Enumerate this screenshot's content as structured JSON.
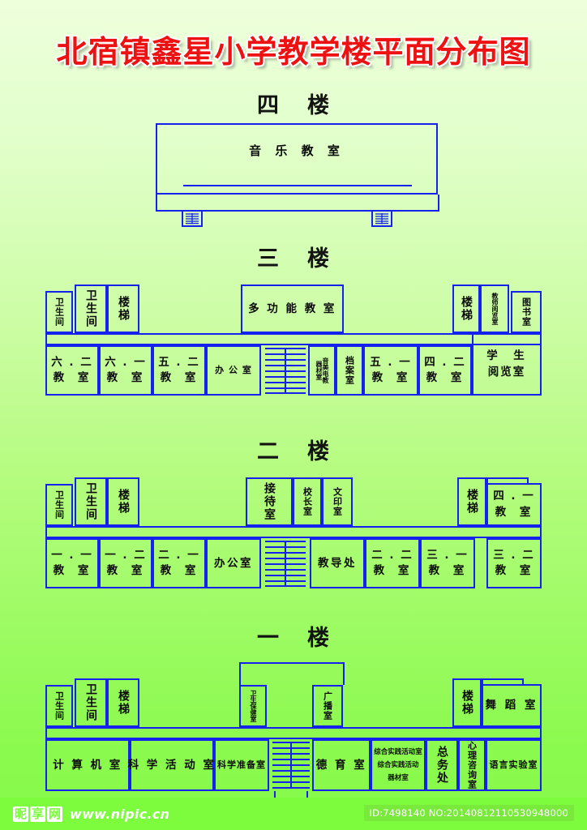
{
  "page": {
    "title": "北宿镇鑫星小学教学楼平面分布图",
    "background_top": "#eeffdc",
    "background_bottom": "#86fa49",
    "line_color": "#1522ee",
    "title_color": "#ee1111"
  },
  "floors": [
    {
      "id": "floor-4",
      "caption_left": "四",
      "caption_right": "楼",
      "rooms": [
        {
          "name": "音乐教室",
          "orient": "h"
        }
      ],
      "stair_icons": 2
    },
    {
      "id": "floor-3",
      "caption_left": "三",
      "caption_right": "楼",
      "top_rooms": [
        {
          "name": "卫生间",
          "orient": "v"
        },
        {
          "name": "卫生间",
          "orient": "v"
        },
        {
          "name": "楼梯",
          "orient": "v"
        },
        {
          "name": "多功能教室",
          "orient": "h"
        },
        {
          "name": "楼梯",
          "orient": "v"
        },
        {
          "name": "教师阅览室",
          "orient": "v"
        },
        {
          "name": "图书室",
          "orient": "v"
        }
      ],
      "bottom_rooms": [
        {
          "name": "六.二教室",
          "line1": "六 . 二",
          "line2": "教 室"
        },
        {
          "name": "六.一教室",
          "line1": "六 . 一",
          "line2": "教 室"
        },
        {
          "name": "五.二教室",
          "line1": "五 . 二",
          "line2": "教 室"
        },
        {
          "name": "办公室",
          "orient": "h"
        },
        {
          "name": "stairs-symbol",
          "orient": "stairs"
        },
        {
          "name": "音美电教器材室",
          "orient": "v2",
          "col1": "音美电教",
          "col2": "器材室"
        },
        {
          "name": "档案室",
          "orient": "v"
        },
        {
          "name": "五.一教室",
          "line1": "五 . 一",
          "line2": "教 室"
        },
        {
          "name": "四.二教室",
          "line1": "四 . 二",
          "line2": "教 室"
        },
        {
          "name": "学生阅览室",
          "line1": "学　生",
          "line2": "阅览室"
        }
      ]
    },
    {
      "id": "floor-2",
      "caption_left": "二",
      "caption_right": "楼",
      "top_rooms": [
        {
          "name": "卫生间",
          "orient": "v"
        },
        {
          "name": "卫生间",
          "orient": "v"
        },
        {
          "name": "楼梯",
          "orient": "v"
        },
        {
          "name": "接待室",
          "orient": "v"
        },
        {
          "name": "校长室",
          "orient": "v"
        },
        {
          "name": "文印室",
          "orient": "v"
        },
        {
          "name": "楼梯",
          "orient": "v"
        },
        {
          "name": "四.一教室",
          "line1": "四 . 一",
          "line2": "教 室"
        }
      ],
      "bottom_rooms": [
        {
          "name": "一.一教室",
          "line1": "一 . 一",
          "line2": "教 室"
        },
        {
          "name": "一.二教室",
          "line1": "一 . 二",
          "line2": "教 室"
        },
        {
          "name": "二.一教室",
          "line1": "二 . 一",
          "line2": "教 室"
        },
        {
          "name": "办公室",
          "orient": "h"
        },
        {
          "name": "stairs-symbol",
          "orient": "stairs"
        },
        {
          "name": "教导处",
          "orient": "h"
        },
        {
          "name": "二.二教室",
          "line1": "二 . 二",
          "line2": "教 室"
        },
        {
          "name": "三.一教室",
          "line1": "三 . 一",
          "line2": "教 室"
        },
        {
          "name": "三.二教室",
          "line1": "三 . 二",
          "line2": "教 室"
        }
      ]
    },
    {
      "id": "floor-1",
      "caption_left": "一",
      "caption_right": "楼",
      "top_rooms": [
        {
          "name": "卫生间",
          "orient": "v"
        },
        {
          "name": "卫生间",
          "orient": "v"
        },
        {
          "name": "楼梯",
          "orient": "v"
        },
        {
          "name": "卫生保健室",
          "orient": "v"
        },
        {
          "name": "广播室",
          "orient": "v"
        },
        {
          "name": "楼梯",
          "orient": "v"
        },
        {
          "name": "舞蹈室",
          "orient": "h"
        }
      ],
      "bottom_rooms": [
        {
          "name": "计算机室",
          "orient": "h"
        },
        {
          "name": "科学活动室",
          "orient": "h"
        },
        {
          "name": "科学准备室",
          "orient": "h"
        },
        {
          "name": "stairs-symbol",
          "orient": "stairs"
        },
        {
          "name": "德育室",
          "orient": "h"
        },
        {
          "name": "综合实践活动室",
          "orient": "stack",
          "line1": "综合实践活动室",
          "line2": "综合实践活动",
          "line3": "器材室"
        },
        {
          "name": "总务处",
          "orient": "v"
        },
        {
          "name": "心理咨询室",
          "orient": "v"
        },
        {
          "name": "语言实验室",
          "orient": "h"
        }
      ]
    }
  ],
  "labels": {
    "f4_music": "音 乐 教 室",
    "f3_toilet_a": "卫生间",
    "f3_toilet_b": "卫生间",
    "f3_stairs_l": "楼梯",
    "f3_multi": "多 功 能 教 室",
    "f3_stairs_r": "楼梯",
    "f3_teacher_reading": "教师阅览室",
    "f3_library": "图书室",
    "f3_62_1": "六 . 二",
    "f3_62_2": "教 室",
    "f3_61_1": "六 . 一",
    "f3_61_2": "教 室",
    "f3_52_1": "五 . 二",
    "f3_52_2": "教 室",
    "f3_office": "办 公 室",
    "f3_av_c1": "音美电教",
    "f3_av_c2": "器材室",
    "f3_archive": "档案室",
    "f3_51_1": "五 . 一",
    "f3_51_2": "教 室",
    "f3_42_1": "四 . 二",
    "f3_42_2": "教 室",
    "f3_student_reading_1": "学　生",
    "f3_student_reading_2": "阅览室",
    "f2_toilet_a": "卫生间",
    "f2_toilet_b": "卫生间",
    "f2_stairs_l": "楼梯",
    "f2_reception": "接待室",
    "f2_principal": "校长室",
    "f2_print": "文印室",
    "f2_stairs_r": "楼梯",
    "f2_41_1": "四 . 一",
    "f2_41_2": "教 室",
    "f2_11_1": "一 . 一",
    "f2_11_2": "教 室",
    "f2_12_1": "一 . 二",
    "f2_12_2": "教 室",
    "f2_21_1": "二 . 一",
    "f2_21_2": "教 室",
    "f2_office": "办公室",
    "f2_guidance": "教导处",
    "f2_22_1": "二 . 二",
    "f2_22_2": "教 室",
    "f2_31_1": "三 . 一",
    "f2_31_2": "教 室",
    "f2_32_1": "三 . 二",
    "f2_32_2": "教 室",
    "f1_toilet_a": "卫生间",
    "f1_toilet_b": "卫生间",
    "f1_stairs_l": "楼梯",
    "f1_health": "卫生保健室",
    "f1_broadcast": "广播室",
    "f1_stairs_r": "楼梯",
    "f1_dance": "舞 蹈 室",
    "f1_computer": "计 算 机 室",
    "f1_science_act": "科 学 活 动 室",
    "f1_science_prep": "科学准备室",
    "f1_moral": "德 育 室",
    "f1_practice_1": "综合实践活动室",
    "f1_practice_2": "综合实践活动",
    "f1_practice_3": "器材室",
    "f1_general_affairs": "总务处",
    "f1_counseling": "心理咨询室",
    "f1_language_lab": "语言实验室"
  },
  "footer": {
    "logo_chars": [
      "昵",
      "享",
      "网"
    ],
    "url": "www.nipic.cn",
    "id_text": "ID:7498140 NO:20140812110530948000"
  }
}
